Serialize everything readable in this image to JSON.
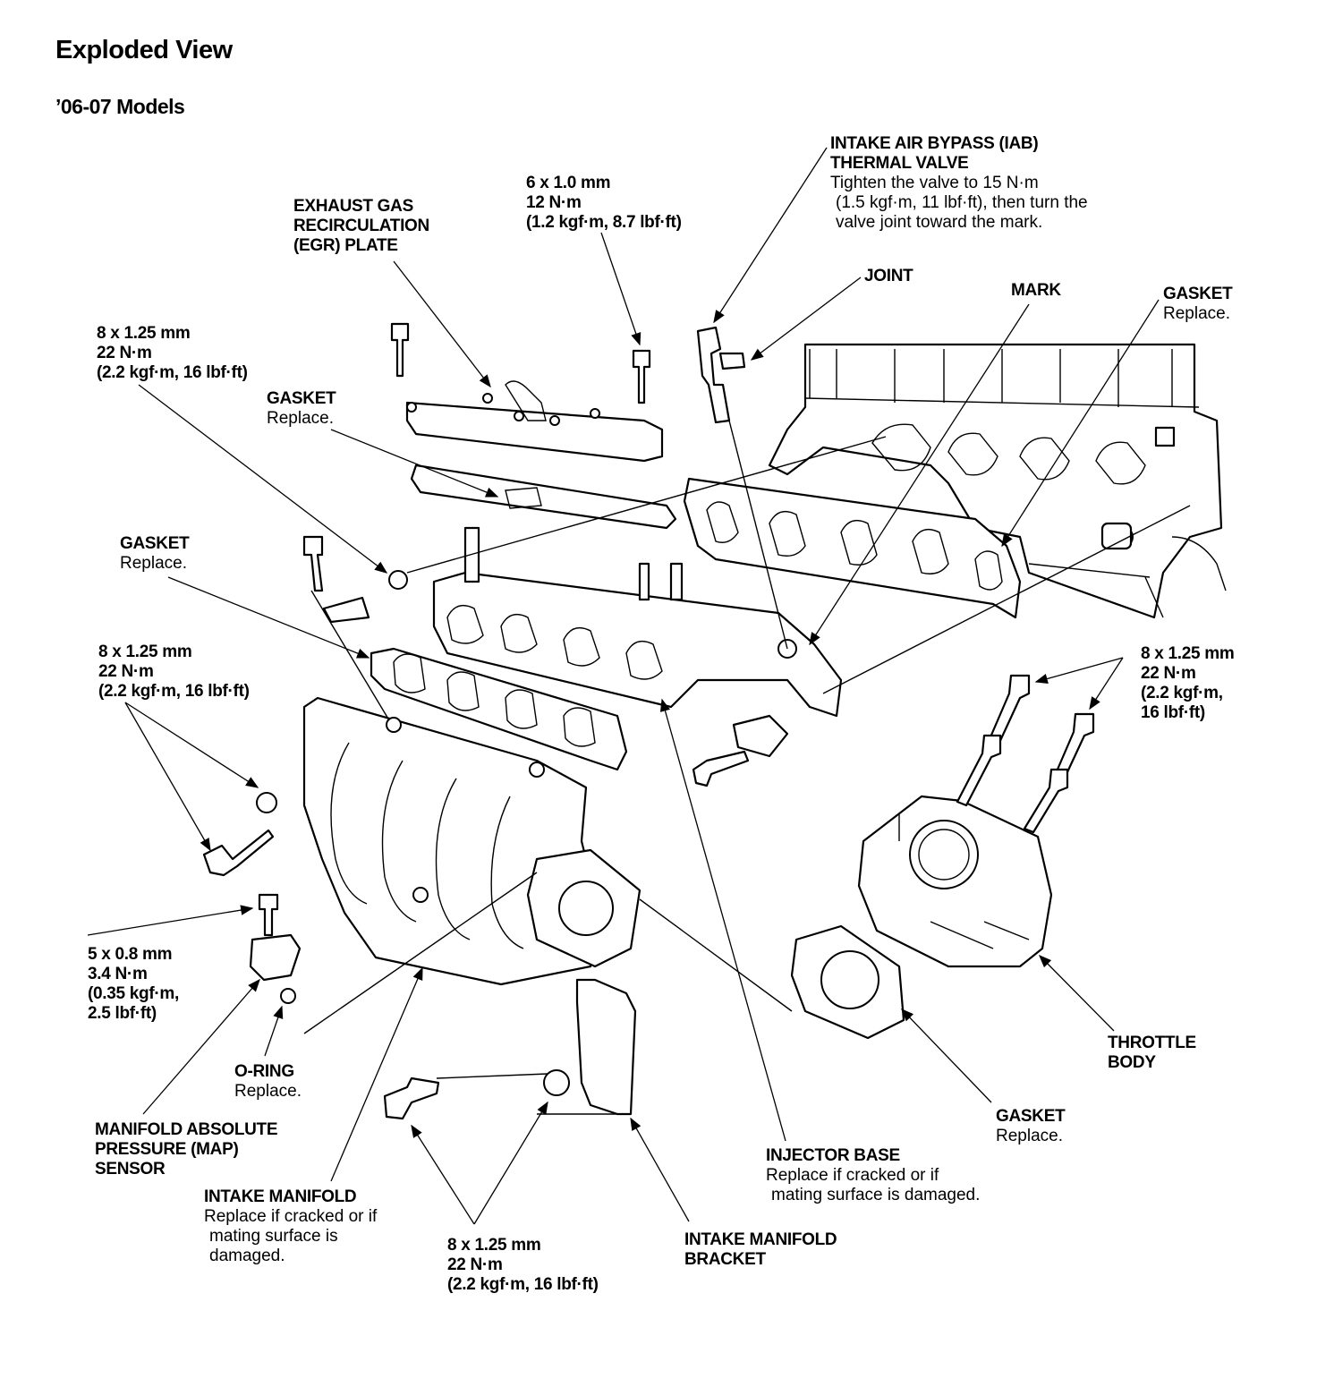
{
  "header": {
    "title": "Exploded View",
    "subtitle": "’06-07 Models"
  },
  "labels": {
    "egr_plate": [
      "EXHAUST GAS",
      "RECIRCULATION",
      "(EGR) PLATE"
    ],
    "bolt_6x10": [
      "6 x 1.0 mm",
      "12 N·m",
      "(1.2 kgf·m, 8.7 lbf·ft)"
    ],
    "iab_valve": {
      "title": [
        "INTAKE AIR BYPASS (IAB)",
        "THERMAL VALVE"
      ],
      "note": [
        "Tighten the valve to 15 N·m",
        "(1.5 kgf·m, 11 lbf·ft), then turn the",
        "valve joint toward the mark."
      ]
    },
    "joint": "JOINT",
    "mark": "MARK",
    "gasket_right": [
      "GASKET",
      "Replace."
    ],
    "bolt_8x125_topleft": [
      "8 x 1.25 mm",
      "22 N·m",
      "(2.2 kgf·m, 16 lbf·ft)"
    ],
    "gasket_egr": [
      "GASKET",
      "Replace."
    ],
    "gasket_left": [
      "GASKET",
      "Replace."
    ],
    "bolt_8x125_left": [
      "8 x 1.25 mm",
      "22 N·m",
      "(2.2 kgf·m, 16 lbf·ft)"
    ],
    "bolt_8x125_right": [
      "8 x 1.25 mm",
      "22 N·m",
      "(2.2 kgf·m,",
      "16 lbf·ft)"
    ],
    "bolt_5x08": [
      "5 x 0.8 mm",
      "3.4 N·m",
      "(0.35 kgf·m,",
      "2.5 lbf·ft)"
    ],
    "o_ring": [
      "O-RING",
      "Replace."
    ],
    "map_sensor": [
      "MANIFOLD ABSOLUTE",
      "PRESSURE (MAP)",
      "SENSOR"
    ],
    "intake_manifold": {
      "title": "INTAKE MANIFOLD",
      "note": [
        "Replace if cracked or if",
        "mating surface is",
        "damaged."
      ]
    },
    "bolt_8x125_bottom": [
      "8 x 1.25 mm",
      "22 N·m",
      "(2.2 kgf·m, 16 lbf·ft)"
    ],
    "manifold_bracket": [
      "INTAKE MANIFOLD",
      "BRACKET"
    ],
    "injector_base": {
      "title": "INJECTOR BASE",
      "note": [
        "Replace if cracked or if",
        "mating surface is damaged."
      ]
    },
    "gasket_throttle": [
      "GASKET",
      "Replace."
    ],
    "throttle_body": [
      "THROTTLE",
      "BODY"
    ]
  }
}
